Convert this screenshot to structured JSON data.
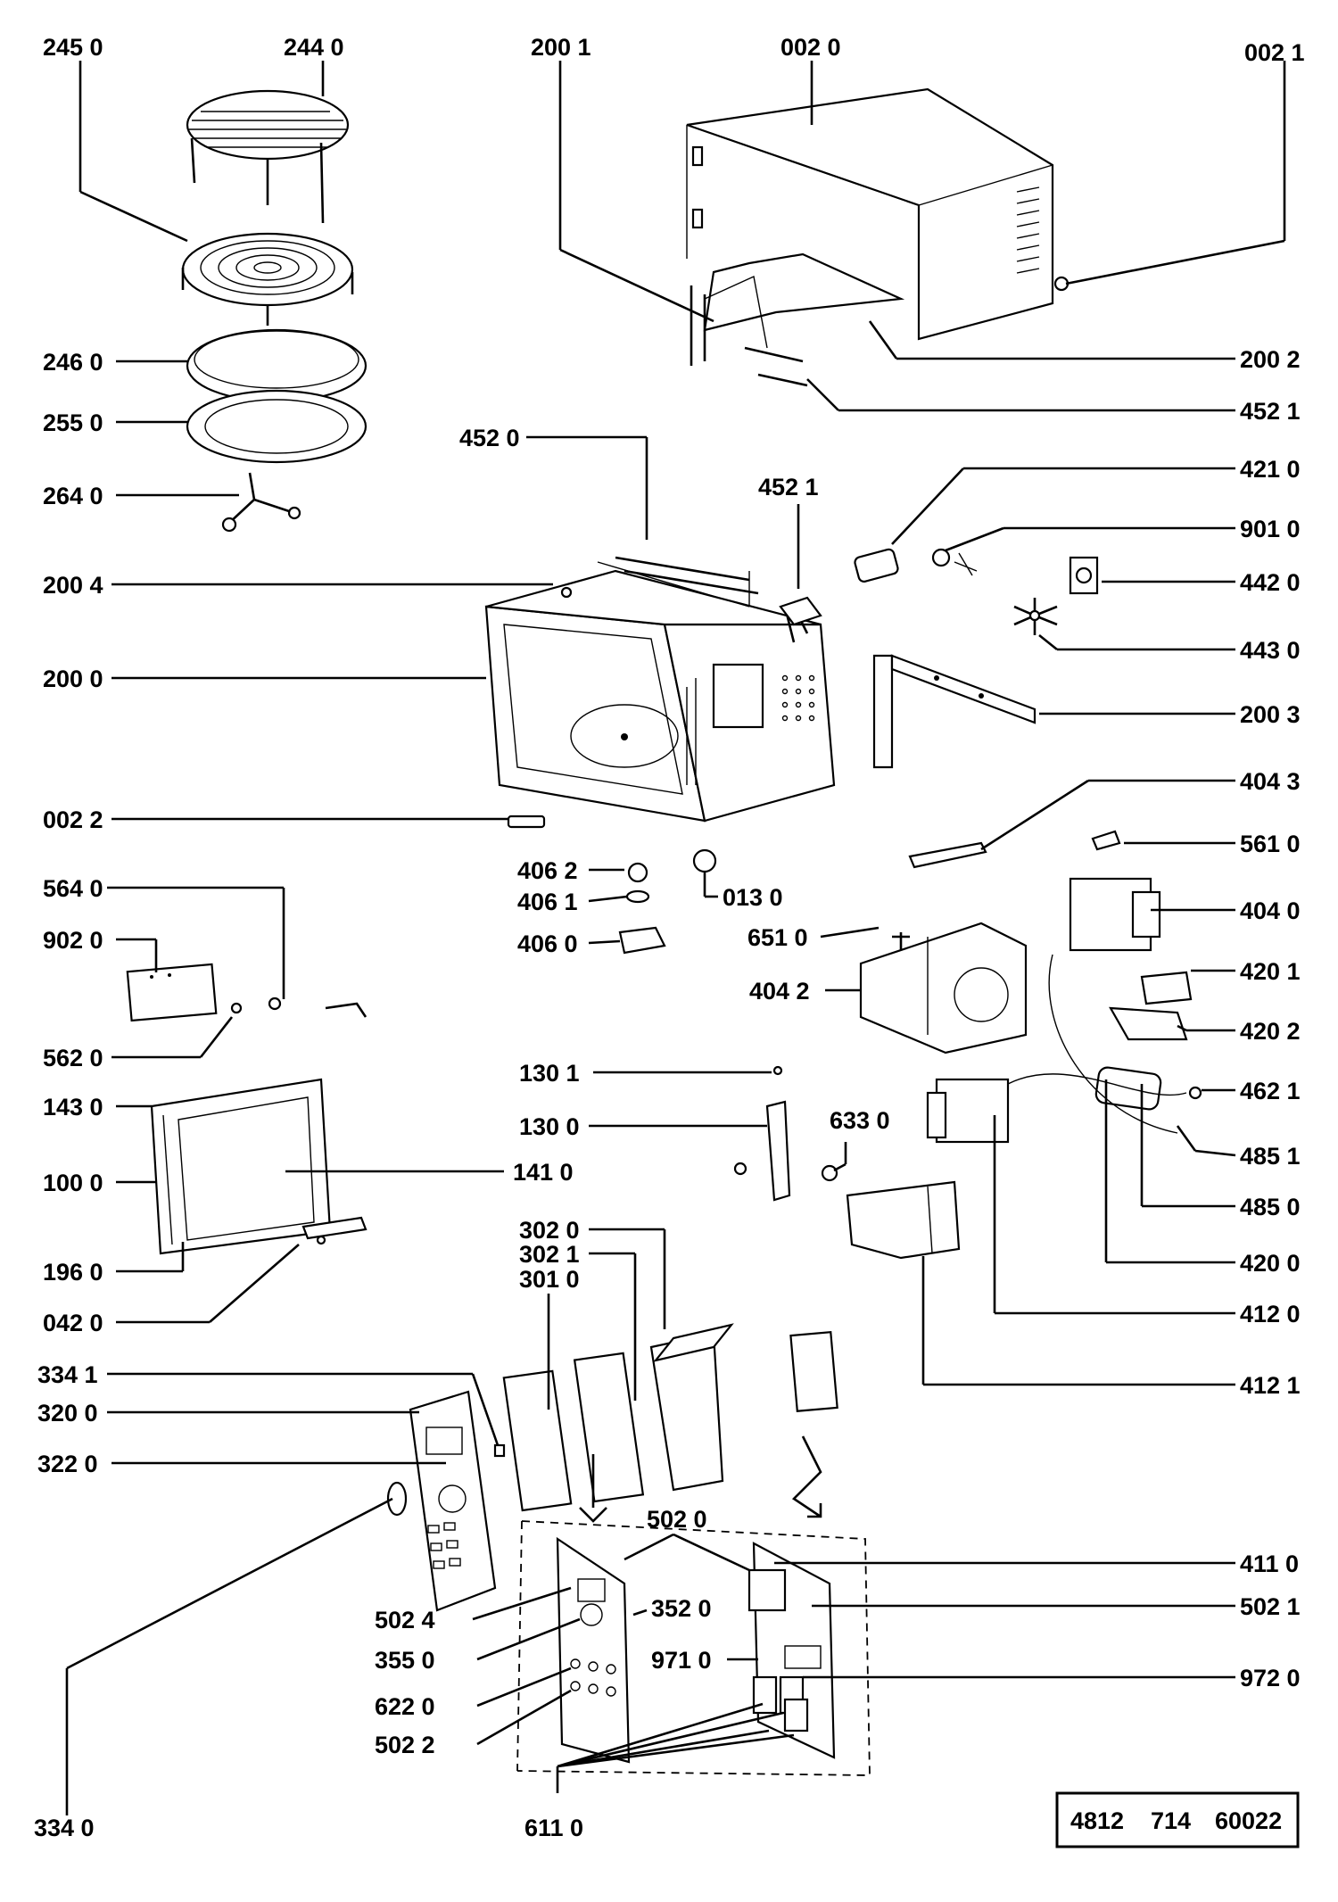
{
  "diagram": {
    "labels": {
      "l2450": "245 0",
      "l2440": "244 0",
      "l2001": "200 1",
      "l0020": "002 0",
      "l0021": "002 1",
      "l2460": "246 0",
      "l2550": "255 0",
      "l2640": "264 0",
      "l2002": "200 2",
      "l4521a": "452 1",
      "l4520": "452 0",
      "l4521b": "452 1",
      "l4210": "421 0",
      "l9010": "901 0",
      "l2004": "200 4",
      "l4420": "442 0",
      "l4430": "443 0",
      "l2000": "200 0",
      "l2003": "200 3",
      "l4043": "404 3",
      "l0022": "002 2",
      "l5610": "561 0",
      "l4062": "406 2",
      "l4061": "406 1",
      "l0130": "013 0",
      "l4060": "406 0",
      "l6510": "651 0",
      "l4040": "404 0",
      "l5640": "564 0",
      "l9020": "902 0",
      "l4042": "404 2",
      "l4201": "420 1",
      "l4202": "420 2",
      "l5620": "562 0",
      "l1301": "130 1",
      "l4621": "462 1",
      "l1430": "143 0",
      "l1300": "130 0",
      "l6330": "633 0",
      "l4851": "485 1",
      "l1000": "100 0",
      "l1410": "141 0",
      "l4850": "485 0",
      "l1960": "196 0",
      "l4200": "420 0",
      "l3020": "302 0",
      "l3021": "302 1",
      "l3010": "301 0",
      "l0420": "042 0",
      "l4120": "412 0",
      "l3341": "334 1",
      "l4121": "412 1",
      "l3200": "320 0",
      "l3220": "322 0",
      "l5020": "502 0",
      "l4110": "411 0",
      "l5024": "502 4",
      "l3520": "352 0",
      "l5021": "502 1",
      "l3550": "355 0",
      "l9710": "971 0",
      "l9720": "972 0",
      "l6220": "622 0",
      "l5022": "502 2",
      "l3340": "334 0",
      "l6110": "611 0"
    },
    "code_box": {
      "part1": "4812",
      "part2": "714",
      "part3": "60022"
    }
  }
}
